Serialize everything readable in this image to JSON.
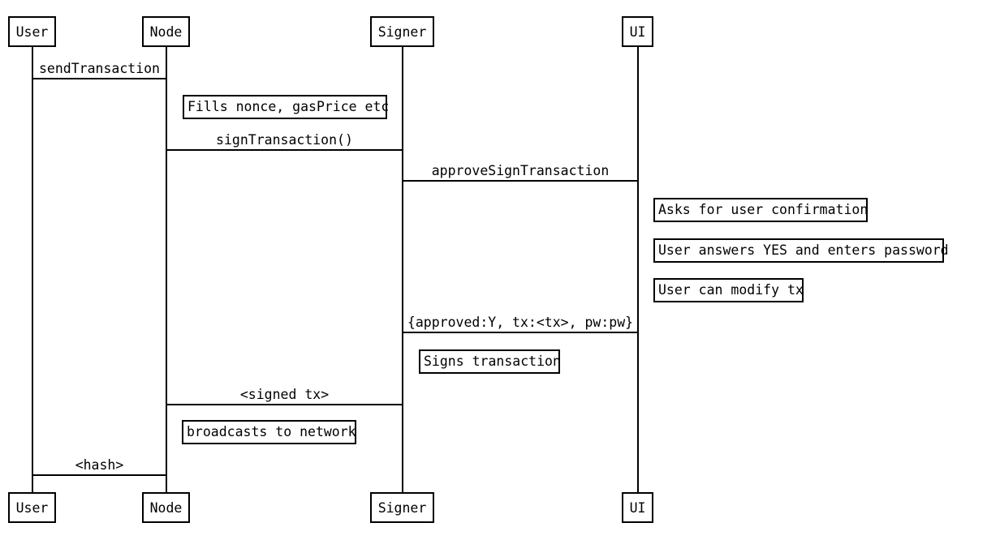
{
  "diagram_type": "sequence-diagram",
  "colors": {
    "foreground": "#000000",
    "background": "#ffffff"
  },
  "actors": [
    {
      "name": "User"
    },
    {
      "name": "Node"
    },
    {
      "name": "Signer"
    },
    {
      "name": "UI"
    }
  ],
  "messages": [
    {
      "from": "User",
      "to": "Node",
      "label": "sendTransaction"
    },
    {
      "from": "Node",
      "to": "Signer",
      "label": "signTransaction()"
    },
    {
      "from": "Signer",
      "to": "UI",
      "label": "approveSignTransaction"
    },
    {
      "from": "UI",
      "to": "Signer",
      "label": "{approved:Y, tx:<tx>, pw:pw}"
    },
    {
      "from": "Signer",
      "to": "Node",
      "label": "<signed tx>"
    },
    {
      "from": "Node",
      "to": "User",
      "label": "<hash>"
    }
  ],
  "notes": [
    {
      "on": "Node",
      "text": "Fills nonce, gasPrice etc"
    },
    {
      "on": "UI",
      "text": "Asks for user confirmation"
    },
    {
      "on": "UI",
      "text": "User answers YES and enters password"
    },
    {
      "on": "UI",
      "text": "User can modify tx"
    },
    {
      "on": "Signer",
      "text": "Signs transaction"
    },
    {
      "on": "Node",
      "text": "broadcasts to network"
    }
  ]
}
